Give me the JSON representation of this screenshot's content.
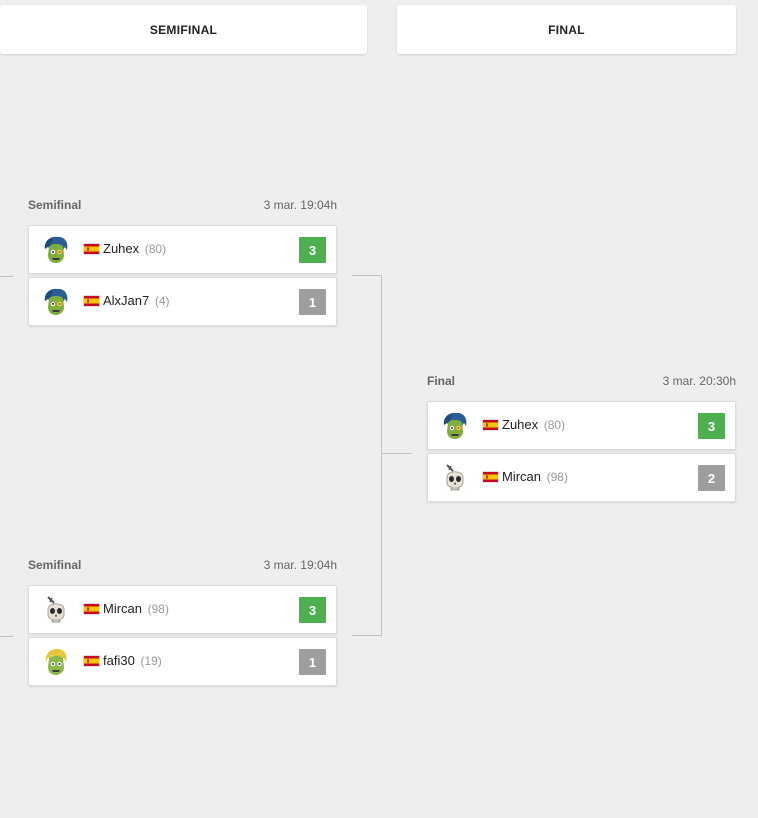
{
  "colors": {
    "background": "#eeeeee",
    "win_score": "#4caf50",
    "loss_score": "#9e9e9e",
    "connector": "#c2c2c2"
  },
  "rounds": [
    {
      "label": "SEMIFINAL"
    },
    {
      "label": "FINAL"
    }
  ],
  "matches": [
    {
      "name": "Semifinal",
      "date": "3 mar. 19:04h",
      "players": [
        {
          "name": "Zuhex",
          "seed": "(80)",
          "score": "3",
          "winner": true,
          "avatar": "zombie-blue-hair-avatar",
          "flag": "spain-flag"
        },
        {
          "name": "AlxJan7",
          "seed": "(4)",
          "score": "1",
          "winner": false,
          "avatar": "zombie-blue-hair-avatar",
          "flag": "spain-flag"
        }
      ]
    },
    {
      "name": "Semifinal",
      "date": "3 mar. 19:04h",
      "players": [
        {
          "name": "Mircan",
          "seed": "(98)",
          "score": "3",
          "winner": true,
          "avatar": "skull-avatar",
          "flag": "spain-flag"
        },
        {
          "name": "fafi30",
          "seed": "(19)",
          "score": "1",
          "winner": false,
          "avatar": "zombie-blonde-avatar",
          "flag": "spain-flag"
        }
      ]
    },
    {
      "name": "Final",
      "date": "3 mar. 20:30h",
      "players": [
        {
          "name": "Zuhex",
          "seed": "(80)",
          "score": "3",
          "winner": true,
          "avatar": "zombie-blue-hair-avatar",
          "flag": "spain-flag"
        },
        {
          "name": "Mircan",
          "seed": "(98)",
          "score": "2",
          "winner": false,
          "avatar": "skull-avatar",
          "flag": "spain-flag"
        }
      ]
    }
  ]
}
